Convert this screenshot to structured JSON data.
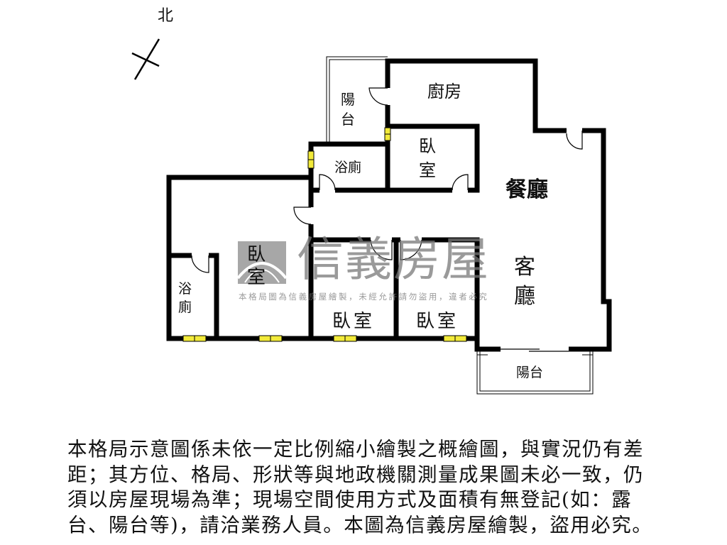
{
  "compass": {
    "label": "北"
  },
  "rooms": {
    "balcony_top": [
      "陽",
      "台"
    ],
    "kitchen": "廚房",
    "bedroom_top": [
      "臥",
      "室"
    ],
    "bath_top": "浴廁",
    "dining": "餐廳",
    "living": [
      "客",
      "廳"
    ],
    "bedroom_left": [
      "臥",
      "室"
    ],
    "bath_left": [
      "浴",
      "廁"
    ],
    "bedroom_mid": [
      "臥",
      "室"
    ],
    "bedroom_right": [
      "臥",
      "室"
    ],
    "balcony_bottom": "陽台"
  },
  "watermark": {
    "brand": "信義房屋",
    "notice": "本格局圖為信義房屋繪製，未經允許請勿盜用，違者必究",
    "color": "#7a7a7a"
  },
  "colors": {
    "wall": "#000000",
    "window": "#f2ea3a"
  },
  "disclaimer": [
    "本格局示意圖係未依一定比例縮小繪製之概繪圖，與實況仍有差",
    "距；其方位、格局、形狀等與地政機關測量成果圖未必一致，仍",
    "須以房屋現場為準；現場空間使用方式及面積有無登記(如：露",
    "台、陽台等)，請洽業務人員。本圖為信義房屋繪製，盜用必究。"
  ]
}
